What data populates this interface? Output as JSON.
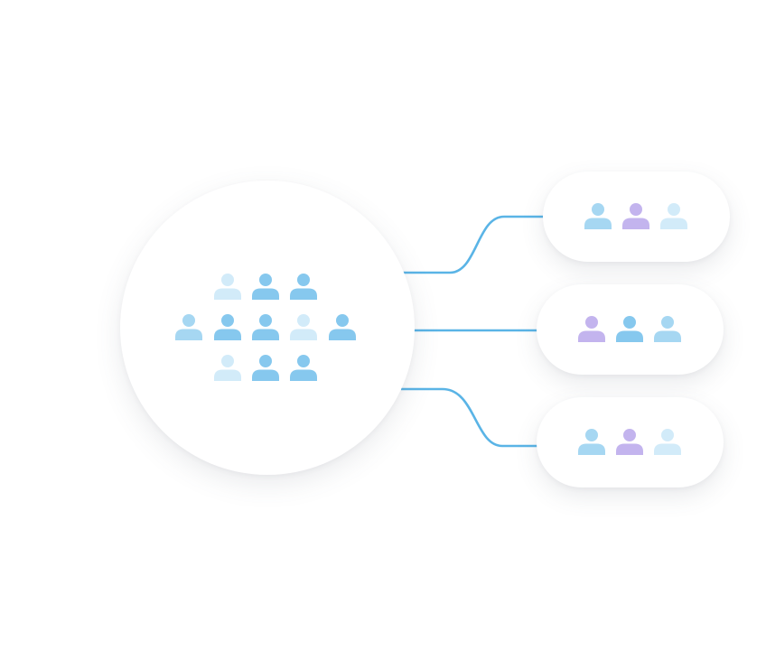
{
  "colors": {
    "background": "#ffffff",
    "connector": "#5ab4e6",
    "person_blue": "#86c8ee",
    "person_mid": "#a6d7f2",
    "person_light": "#d2ebf9",
    "person_purple": "#c3b4ee"
  },
  "group": {
    "icon": "person-icon",
    "members": [
      "light",
      "blue",
      "blue",
      "mid",
      "blue",
      "blue",
      "light",
      "blue",
      "light",
      "blue",
      "blue"
    ]
  },
  "segments": [
    {
      "icon": "person-icon",
      "members": [
        "mid",
        "purple",
        "light"
      ]
    },
    {
      "icon": "person-icon",
      "members": [
        "purple",
        "blue",
        "mid"
      ]
    },
    {
      "icon": "person-icon",
      "members": [
        "mid",
        "purple",
        "light"
      ]
    }
  ]
}
